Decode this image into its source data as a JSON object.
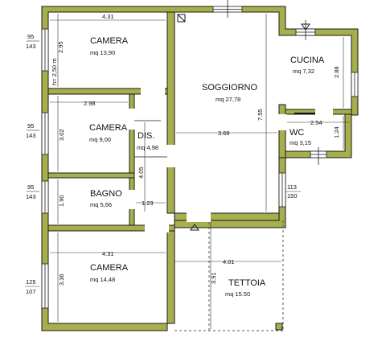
{
  "colors": {
    "wall_fill": "#a7ae4c",
    "wall_stroke": "#1a1a1a",
    "floor": "#ffffff",
    "dim_line": "#333333",
    "dash": "#555555"
  },
  "rooms": {
    "camera_1": {
      "name": "CAMERA",
      "area": "mq 13,90"
    },
    "soggiorno": {
      "name": "SOGGIORNO",
      "area": "mq 27,78"
    },
    "cucina": {
      "name": "CUCINA",
      "area": "mq 7,32"
    },
    "camera_2": {
      "name": "CAMERA",
      "area": "mq 9,00"
    },
    "dis": {
      "name": "DIS.",
      "area": "mq 4,98"
    },
    "wc": {
      "name": "WC",
      "area": "mq 3,15"
    },
    "bagno": {
      "name": "BAGNO",
      "area": "mq 5,66"
    },
    "camera_3": {
      "name": "CAMERA",
      "area": "mq 14,48"
    },
    "tettoia": {
      "name": "TETTOIA",
      "area": "mq 15.50"
    }
  },
  "dimensions": {
    "camera1_width": "4.31",
    "camera1_depth": "2.95",
    "ceiling_height": "h= 2,50 m",
    "camera2_width": "2.98",
    "camera2_depth": "3.02",
    "soggiorno_width": "3.68",
    "soggiorno_depth": "7.55",
    "cucina_depth": "2.88",
    "wc_width": "2.54",
    "wc_depth": "1.24",
    "dis_depth": "4.05",
    "dis_width": "1.23",
    "bagno_depth": "1.90",
    "camera3_width": "4.31",
    "camera3_depth": "3.36",
    "tettoia_width": "4.01",
    "tettoia_depth": "3.91"
  },
  "openings": {
    "w1_top": "95",
    "w1_bottom": "143",
    "w2_top": "95",
    "w2_bottom": "143",
    "w3_top": "95",
    "w3_bottom": "143",
    "w4_top": "125",
    "w4_bottom": "107",
    "w5_top": "113",
    "w5_bottom": "150"
  }
}
